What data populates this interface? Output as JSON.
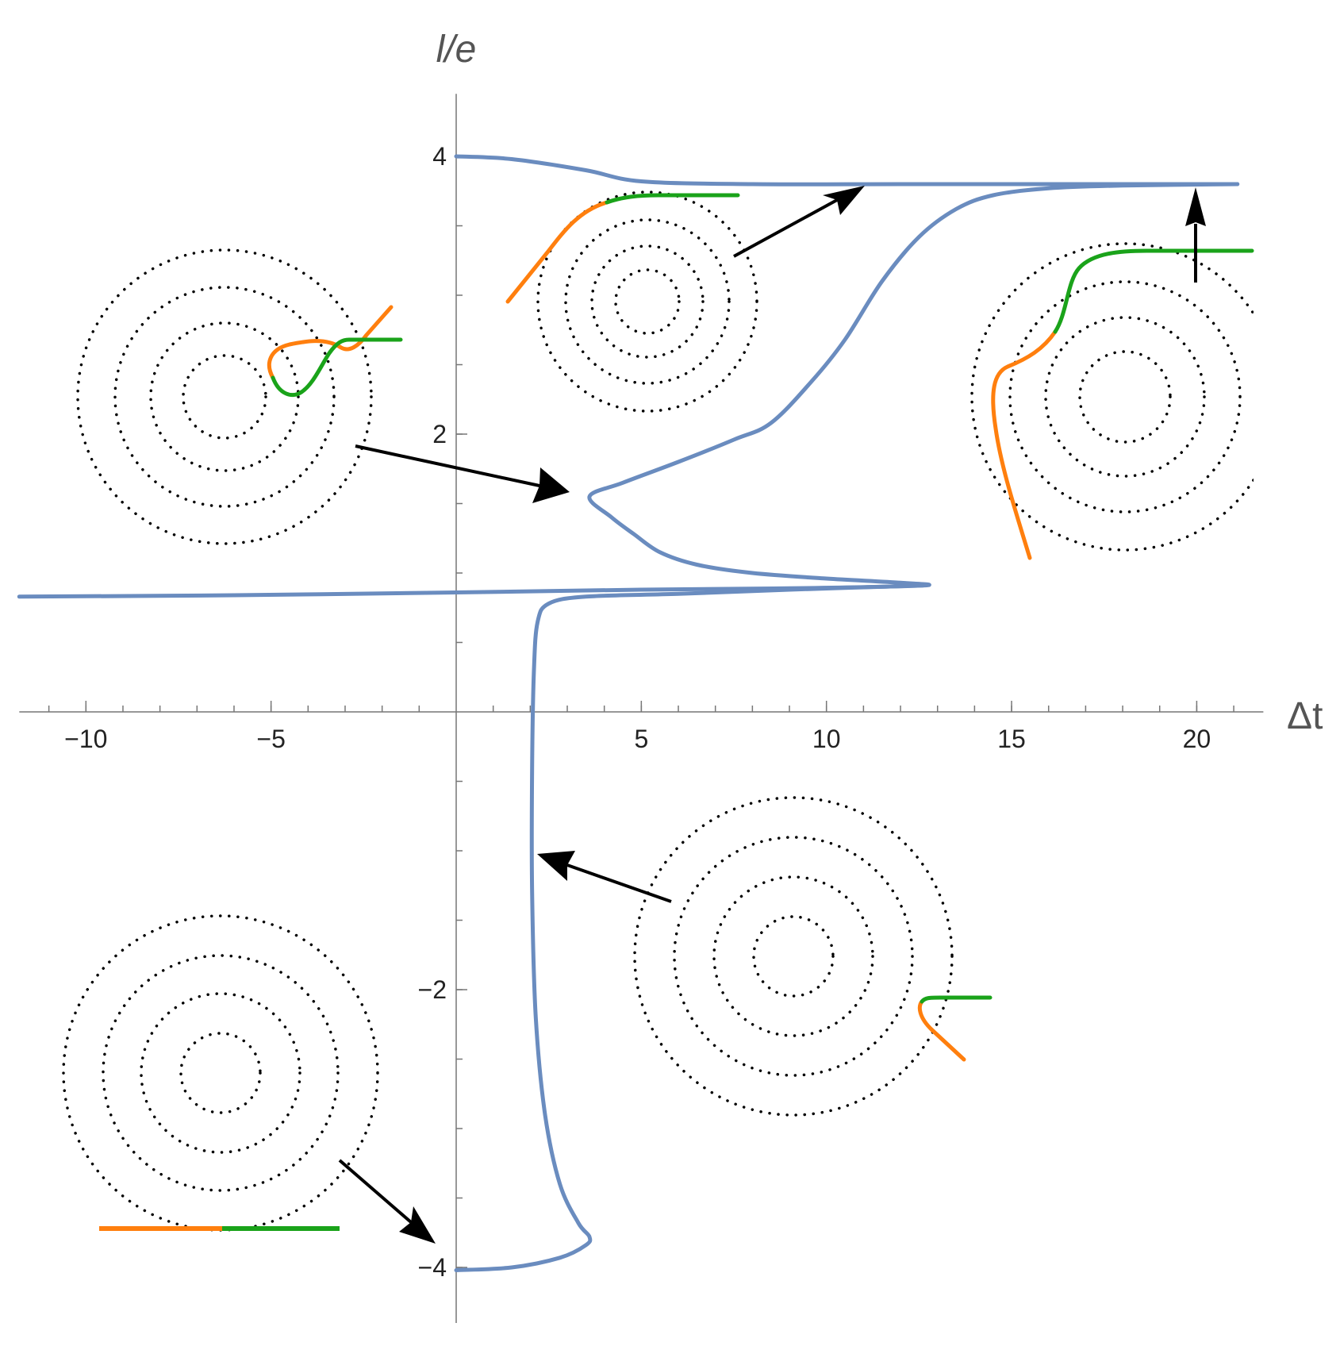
{
  "chart_data": {
    "type": "line",
    "xlabel": "Δt",
    "ylabel": "l/e",
    "xlim": [
      -11.8,
      21.8
    ],
    "ylim": [
      -4.4,
      4.45
    ],
    "x_ticks": [
      -10,
      -5,
      5,
      10,
      15,
      20
    ],
    "x_tick_labels": [
      "−10",
      "−5",
      "5",
      "10",
      "15",
      "20"
    ],
    "y_ticks": [
      -4,
      -2,
      2,
      4
    ],
    "y_tick_labels": [
      "−4",
      "−2",
      "2",
      "4"
    ],
    "grid": false,
    "legend": "none",
    "colors": {
      "curve": "#6a8cbf",
      "orange": "#ff7f0e",
      "green": "#1aa31a",
      "arrow": "#000000",
      "dots": "#000000"
    },
    "series": [
      {
        "values": [
          [
            0,
            -4.02
          ],
          [
            1.5,
            -4.0
          ],
          [
            2.8,
            -3.93
          ],
          [
            3.5,
            -3.84
          ],
          [
            3.6,
            -3.78
          ],
          [
            3.3,
            -3.68
          ],
          [
            2.8,
            -3.4
          ],
          [
            2.4,
            -2.9
          ],
          [
            2.15,
            -2.2
          ],
          [
            2.05,
            -1.3
          ],
          [
            2.05,
            -0.4
          ],
          [
            2.1,
            0.3
          ],
          [
            2.2,
            0.65
          ],
          [
            2.5,
            0.78
          ],
          [
            3.5,
            0.83
          ],
          [
            6.0,
            0.85
          ],
          [
            9.0,
            0.88
          ],
          [
            12.6,
            0.91
          ]
        ]
      },
      {
        "values": [
          [
            -11.8,
            0.83
          ],
          [
            -6.0,
            0.84
          ],
          [
            0.0,
            0.86
          ],
          [
            5.0,
            0.88
          ],
          [
            9.0,
            0.89
          ],
          [
            12.6,
            0.91
          ],
          [
            12.0,
            0.93
          ],
          [
            10.0,
            0.96
          ],
          [
            8.0,
            1.0
          ],
          [
            6.5,
            1.06
          ],
          [
            5.5,
            1.15
          ],
          [
            4.8,
            1.28
          ],
          [
            4.2,
            1.4
          ],
          [
            3.6,
            1.55
          ],
          [
            4.5,
            1.65
          ],
          [
            6.0,
            1.8
          ],
          [
            7.5,
            1.96
          ],
          [
            8.5,
            2.08
          ],
          [
            9.6,
            2.38
          ],
          [
            10.5,
            2.68
          ],
          [
            11.5,
            3.1
          ],
          [
            12.5,
            3.42
          ],
          [
            13.5,
            3.62
          ],
          [
            14.5,
            3.72
          ],
          [
            16.0,
            3.77
          ],
          [
            18.0,
            3.79
          ],
          [
            21.1,
            3.8
          ]
        ]
      },
      {
        "values": [
          [
            0,
            4.0
          ],
          [
            1.5,
            3.98
          ],
          [
            3.5,
            3.9
          ],
          [
            5.0,
            3.82
          ],
          [
            8.0,
            3.8
          ],
          [
            12.0,
            3.8
          ],
          [
            16.0,
            3.8
          ],
          [
            21.1,
            3.8
          ]
        ]
      }
    ]
  }
}
